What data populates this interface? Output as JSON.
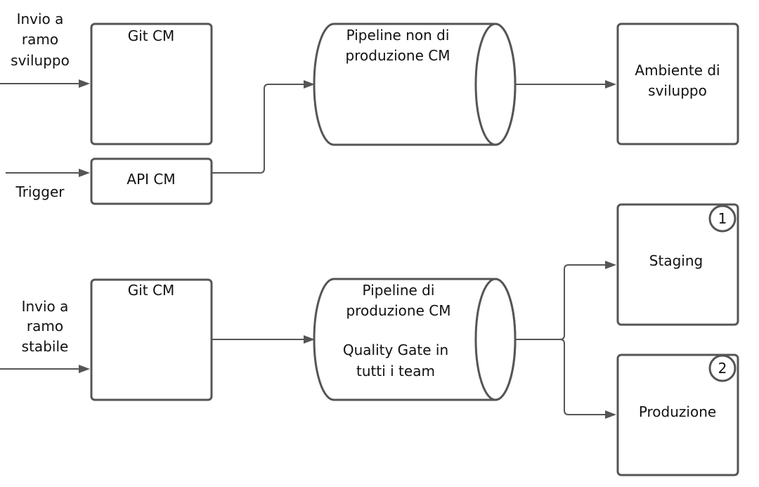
{
  "labels": {
    "push_dev": [
      "Invio a",
      "ramo",
      "sviluppo"
    ],
    "trigger": "Trigger",
    "push_stable": [
      "Invio a",
      "ramo",
      "stabile"
    ]
  },
  "nodes": {
    "git_cm_top": "Git CM",
    "api_cm": "API CM",
    "pipeline_nonprod": [
      "Pipeline non di",
      "produzione CM"
    ],
    "dev_env": [
      "Ambiente di",
      "sviluppo"
    ],
    "git_cm_bottom": "Git CM",
    "pipeline_prod": [
      "Pipeline di",
      "produzione CM"
    ],
    "pipeline_prod_note": [
      "Quality Gate in",
      "tutti i team"
    ],
    "staging": "Staging",
    "production": "Produzione"
  },
  "badges": {
    "staging": "1",
    "production": "2"
  },
  "colors": {
    "stroke": "#555555",
    "text": "#111111",
    "background": "#ffffff"
  }
}
